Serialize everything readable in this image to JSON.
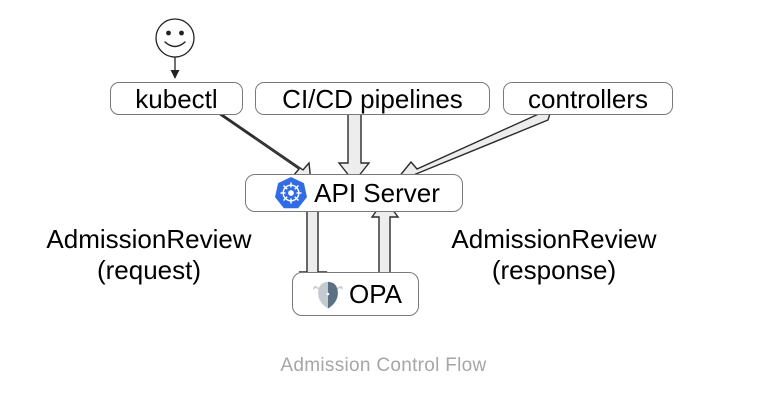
{
  "diagram": {
    "caption": "Admission Control Flow",
    "nodes": {
      "actor": {
        "icon": "smiley-face-actor-icon"
      },
      "kubectl": {
        "label": "kubectl"
      },
      "cicd": {
        "label": "CI/CD pipelines"
      },
      "controllers": {
        "label": "controllers"
      },
      "apiserver": {
        "label": "API Server",
        "icon": "kubernetes-helm-icon"
      },
      "opa": {
        "label": "OPA",
        "icon": "opa-viking-helmet-icon"
      }
    },
    "edge_labels": {
      "request_line1": "AdmissionReview",
      "request_line2": "(request)",
      "response_line1": "AdmissionReview",
      "response_line2": "(response)"
    },
    "edges": [
      {
        "from": "actor",
        "to": "kubectl",
        "style": "thin-line-arrow"
      },
      {
        "from": "kubectl",
        "to": "apiserver",
        "style": "block-arrow"
      },
      {
        "from": "cicd",
        "to": "apiserver",
        "style": "block-arrow"
      },
      {
        "from": "controllers",
        "to": "apiserver",
        "style": "block-arrow"
      },
      {
        "from": "apiserver",
        "to": "opa",
        "style": "block-arrow"
      },
      {
        "from": "opa",
        "to": "apiserver",
        "style": "block-arrow"
      }
    ],
    "colors": {
      "background": "#ffffff",
      "node_border": "#7a7a7a",
      "node_fill": "#ffffff",
      "text": "#000000",
      "caption_text": "#a6a6a6",
      "arrow_fill": "#eeeeee",
      "arrow_stroke": "#333333",
      "kubernetes_blue": "#326ce5",
      "opa_gray": "#5b7083"
    }
  }
}
